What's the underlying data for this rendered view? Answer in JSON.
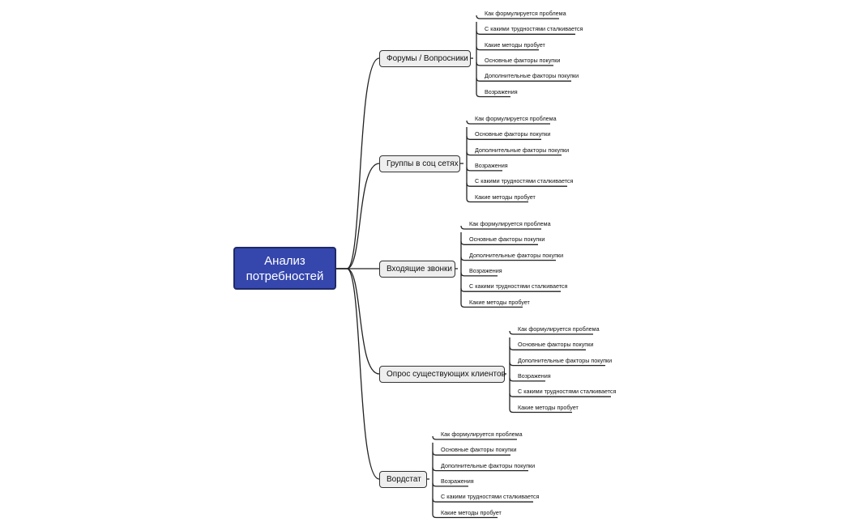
{
  "root": {
    "line1": "Анализ",
    "line2": "потребностей"
  },
  "branches": [
    {
      "label": "Форумы / Вопросники",
      "items": [
        "Как формулируется проблема",
        "С какими трудностями сталкивается",
        "Какие методы пробует",
        "Основные факторы покупки",
        "Дополнительные факторы покупки",
        "Возражения"
      ]
    },
    {
      "label": "Группы в соц сетях",
      "items": [
        "Как формулируется проблема",
        "Основные факторы покупки",
        "Дополнительные факторы покупки",
        "Возражения",
        "С какими трудностями сталкивается",
        "Какие методы пробует"
      ]
    },
    {
      "label": "Входящие звонки",
      "items": [
        "Как формулируется проблема",
        "Основные факторы покупки",
        "Дополнительные факторы покупки",
        "Возражения",
        "С какими трудностями сталкивается",
        "Какие методы пробует"
      ]
    },
    {
      "label": "Опрос существующих клиентов",
      "items": [
        "Как формулируется проблема",
        "Основные факторы покупки",
        "Дополнительные факторы покупки",
        "Возражения",
        "С какими трудностями сталкивается",
        "Какие методы пробует"
      ]
    },
    {
      "label": "Вордстат",
      "items": [
        "Как формулируется проблема",
        "Основные факторы покупки",
        "Дополнительные факторы покупки",
        "Возражения",
        "С какими трудностями сталкивается",
        "Какие методы пробует"
      ]
    }
  ],
  "colors": {
    "root_fill": "#3547ad",
    "branch_fill": "#eeeeee",
    "line": "#222222"
  }
}
